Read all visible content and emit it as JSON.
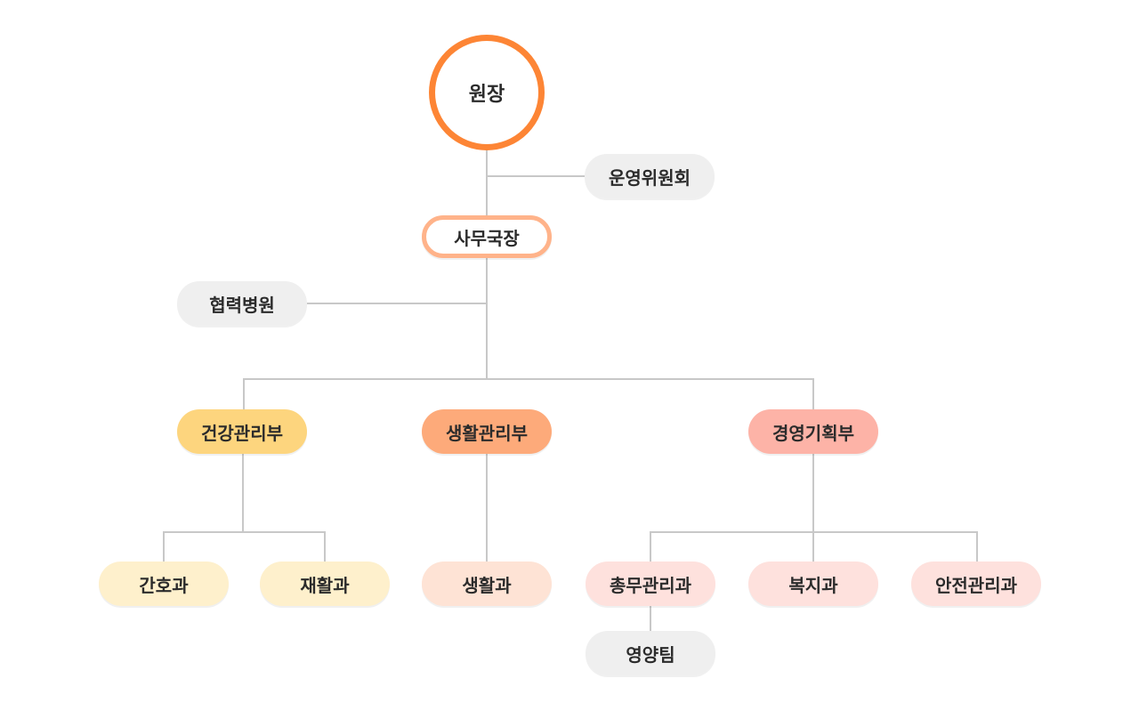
{
  "director": "원장",
  "committee": "운영위원회",
  "secretary": "사무국장",
  "partner_hospital": "협력병원",
  "departments": [
    {
      "name": "건강관리부",
      "teams": [
        "간호과",
        "재활과"
      ]
    },
    {
      "name": "생활관리부",
      "teams": [
        "생활과"
      ]
    },
    {
      "name": "경영기획부",
      "teams": [
        "총무관리과",
        "복지과",
        "안전관리과"
      ]
    }
  ],
  "sub_team": "영양팀",
  "colors": {
    "director": "#fd8535",
    "line": "#c8c8c8",
    "health": "#fdd57e",
    "life": "#fdaa7a",
    "management": "#fdb3a7"
  }
}
